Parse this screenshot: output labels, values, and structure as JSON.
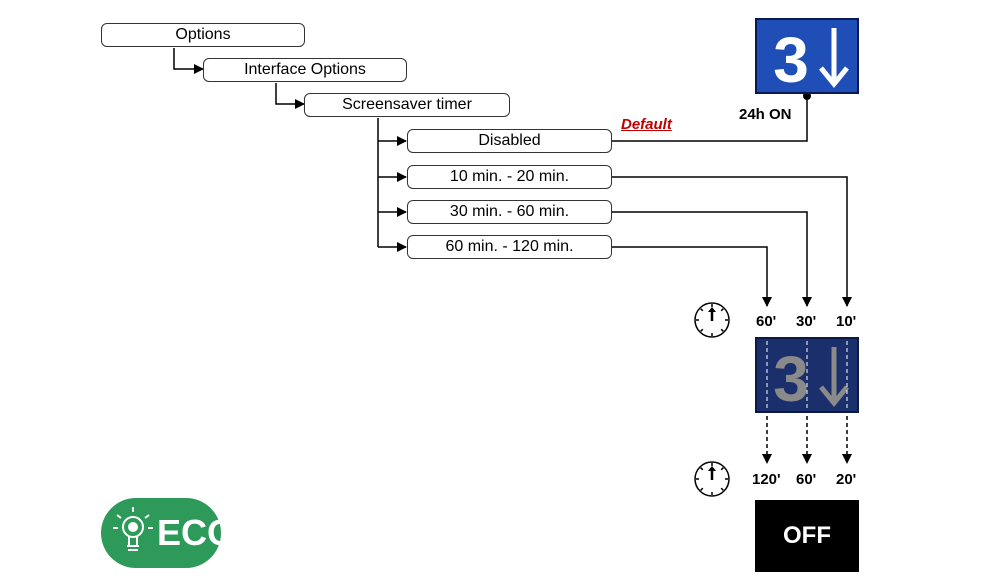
{
  "menu": {
    "options": "Options",
    "interface_options": "Interface Options",
    "screensaver_timer": "Screensaver timer",
    "disabled": "Disabled",
    "opt_10_20": "10 min. - 20 min.",
    "opt_30_60": "30 min. - 60 min.",
    "opt_60_120": "60 min. - 120 min."
  },
  "default_label": "Default",
  "display": {
    "floor_number": "3",
    "always_on_label": "24h ON",
    "off_label": "OFF"
  },
  "timers_dim": [
    "60'",
    "30'",
    "10'"
  ],
  "timers_off": [
    "120'",
    "60'",
    "20'"
  ],
  "eco_label": "ECO",
  "colors": {
    "panel_blue": "#1f4fb6",
    "default_red": "#c00000",
    "eco_green": "#2e9a5a"
  }
}
